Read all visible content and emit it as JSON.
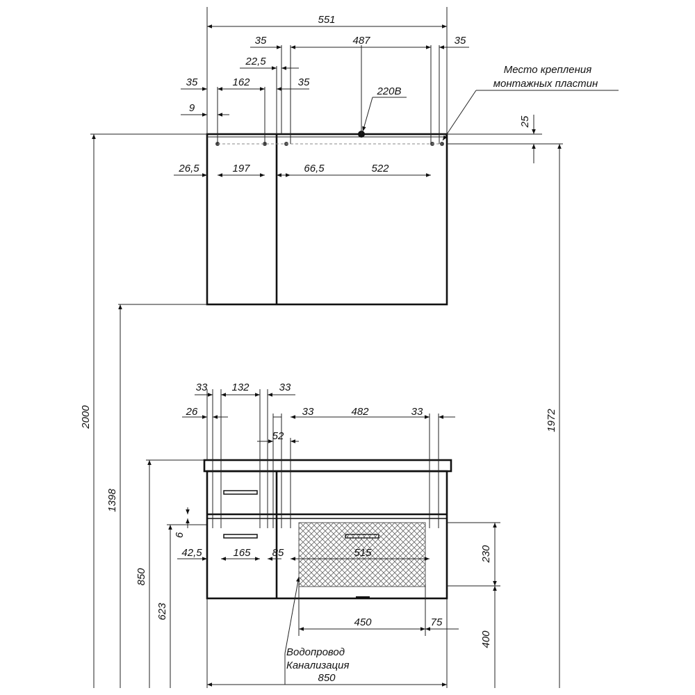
{
  "title": "",
  "dimensions": {
    "top_width": "551",
    "top_inner": "487",
    "top_left_35": "35",
    "top_right_35": "35",
    "gap_22_5": "22,5",
    "left_35": "35",
    "left_162": "162",
    "mid_35": "35",
    "left_9": "9",
    "power_label": "220В",
    "height_25": "25",
    "offset_26_5": "26,5",
    "span_197": "197",
    "offset_66_5": "66,5",
    "span_522": "522",
    "total_height_2000": "2000",
    "height_1398": "1398",
    "height_1972": "1972",
    "b_33_left": "33",
    "b_132": "132",
    "b_33_mid": "33",
    "b_26": "26",
    "b_33_right_a": "33",
    "b_482": "482",
    "b_33_right_b": "33",
    "b_52": "52",
    "b_6": "6",
    "b_42_5": "42,5",
    "b_165": "165",
    "b_85": "85",
    "b_515": "515",
    "b_230": "230",
    "b_850_h": "850",
    "b_623": "623",
    "b_450": "450",
    "b_75": "75",
    "b_400": "400",
    "b_850_w": "850"
  },
  "labels": {
    "mount_line1": "Место крепления",
    "mount_line2": "монтажных пластин",
    "water": "Водопровод",
    "sewer": "Канализация"
  }
}
